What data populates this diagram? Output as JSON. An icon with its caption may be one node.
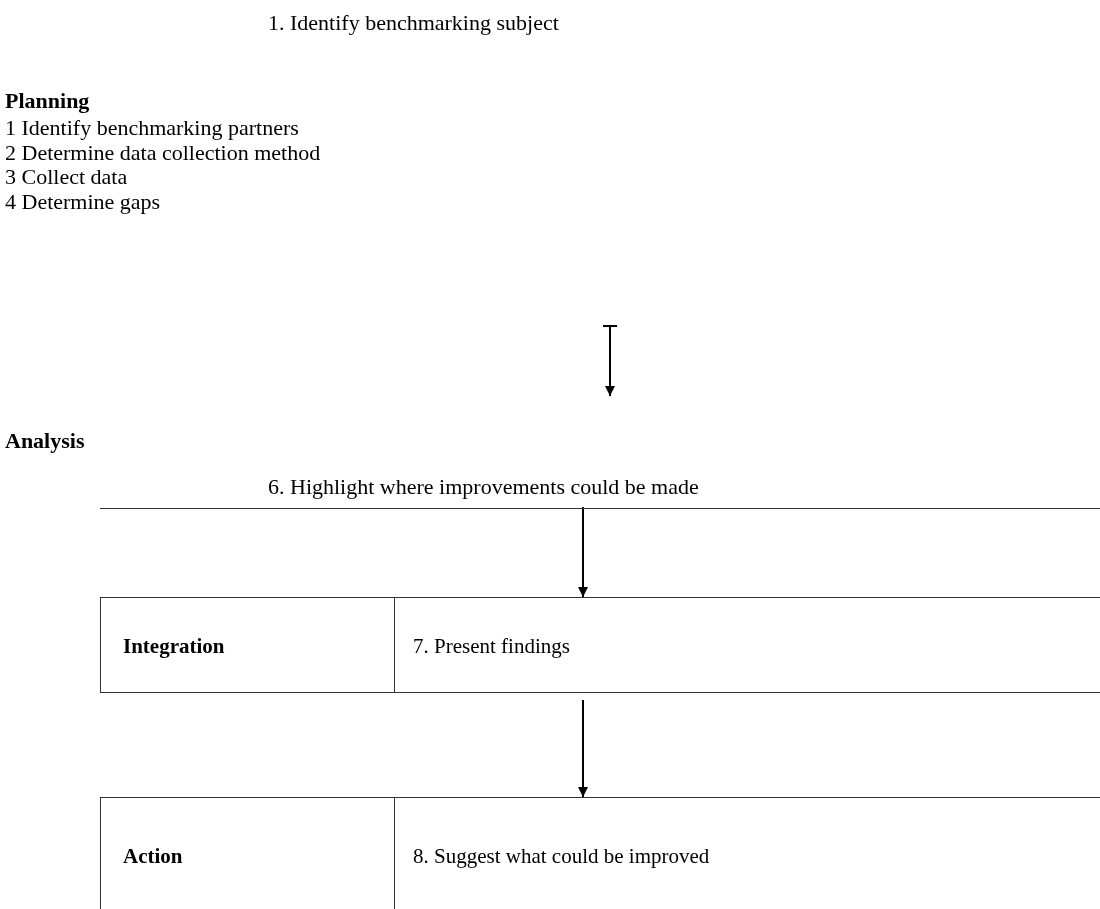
{
  "diagram": {
    "nodes": [
      {
        "text": [
          "1. Identify benchmarking subject"
        ]
      },
      {
        "text": [
          "Planning",
          "1 Identify benchmarking partners",
          "2 Determine data collection method",
          "3 Collect data",
          "4 Determine gaps"
        ]
      },
      {
        "text": [
          "Analysis",
          "6. Highlight where improvements could be made"
        ]
      },
      {
        "text": [
          "Integration",
          "7. Present findings"
        ]
      },
      {
        "text": [
          "Action",
          "8. Suggest what could be improved"
        ]
      }
    ],
    "edges": [
      {
        "from": null,
        "to": 2,
        "arrow": "to"
      },
      {
        "from": 2,
        "to": 3,
        "arrow": "to"
      },
      {
        "from": 3,
        "to": 4,
        "arrow": "to"
      }
    ]
  }
}
